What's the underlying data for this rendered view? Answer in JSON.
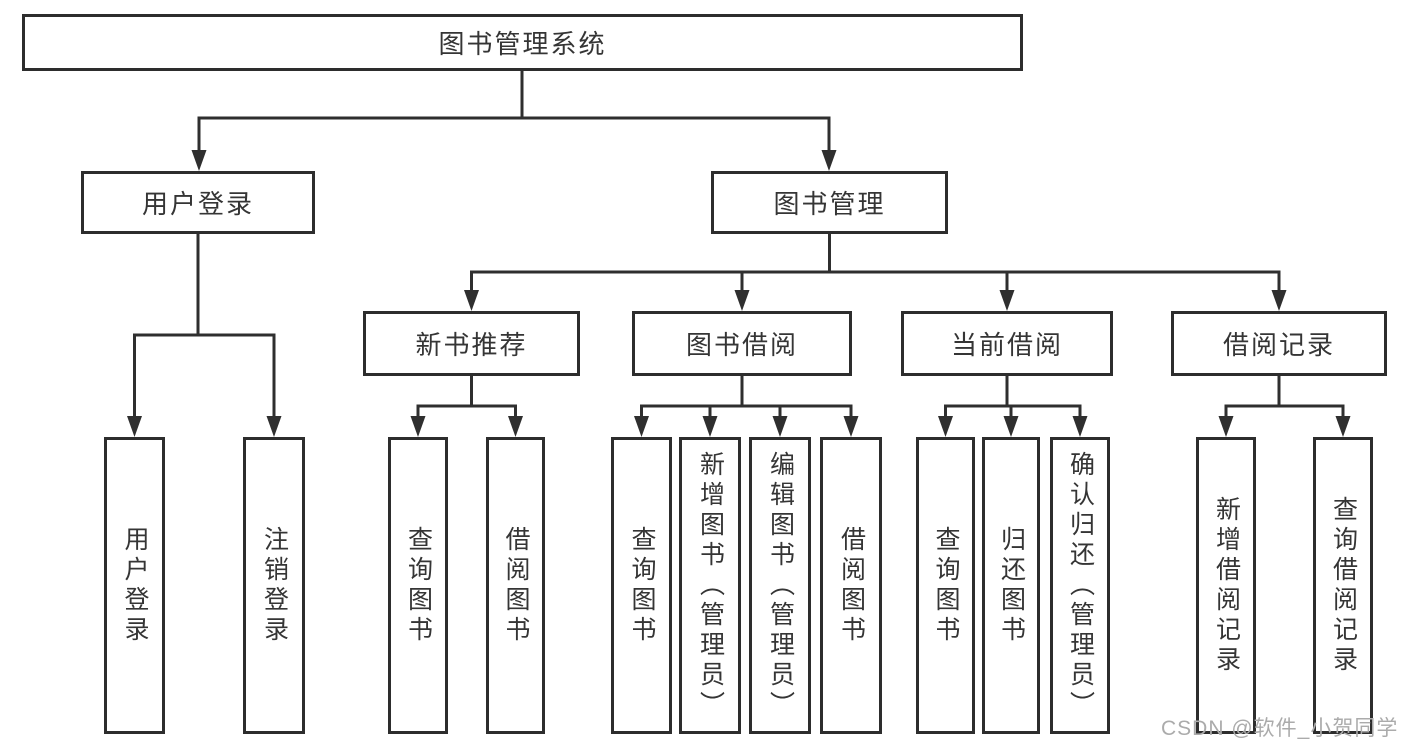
{
  "diagram": {
    "nodes": {
      "root": "图书管理系统",
      "userLogin": "用户登录",
      "bookMgmt": "图书管理",
      "newBookRecommend": "新书推荐",
      "bookBorrow": "图书借阅",
      "currentBorrow": "当前借阅",
      "borrowRecord": "借阅记录",
      "leafUserLogin": "用户登录",
      "leafLogoutLogin": "注销登录",
      "leafQueryBooksRec": "查询图书",
      "leafBorrowBooksRec": "借阅图书",
      "leafQueryBooksBorrow": "查询图书",
      "leafAddBooksAdmin": "新增图书（管理员）",
      "leafEditBooksAdmin": "编辑图书（管理员）",
      "leafBorrowBooks": "借阅图书",
      "leafQueryBooksCurrent": "查询图书",
      "leafReturnBooks": "归还图书",
      "leafConfirmReturnAdmin": "确认归还（管理员）",
      "leafAddBorrowRecord": "新增借阅记录",
      "leafQueryBorrowRecord": "查询借阅记录"
    },
    "structure": {
      "label": "图书管理系统",
      "children": [
        {
          "label": "用户登录",
          "children": [
            {
              "label": "用户登录"
            },
            {
              "label": "注销登录"
            }
          ]
        },
        {
          "label": "图书管理",
          "children": [
            {
              "label": "新书推荐",
              "children": [
                {
                  "label": "查询图书"
                },
                {
                  "label": "借阅图书"
                }
              ]
            },
            {
              "label": "图书借阅",
              "children": [
                {
                  "label": "查询图书"
                },
                {
                  "label": "新增图书（管理员）"
                },
                {
                  "label": "编辑图书（管理员）"
                },
                {
                  "label": "借阅图书"
                }
              ]
            },
            {
              "label": "当前借阅",
              "children": [
                {
                  "label": "查询图书"
                },
                {
                  "label": "归还图书"
                },
                {
                  "label": "确认归还（管理员）"
                }
              ]
            },
            {
              "label": "借阅记录",
              "children": [
                {
                  "label": "新增借阅记录"
                },
                {
                  "label": "查询借阅记录"
                }
              ]
            }
          ]
        }
      ]
    },
    "colors": {
      "line": "#2f2f2f",
      "box_border": "#2d2d2d",
      "text": "#353535",
      "background": "#ffffff",
      "watermark": "#ababab"
    }
  },
  "watermark": {
    "text": "CSDN @软件_小贺同学"
  }
}
